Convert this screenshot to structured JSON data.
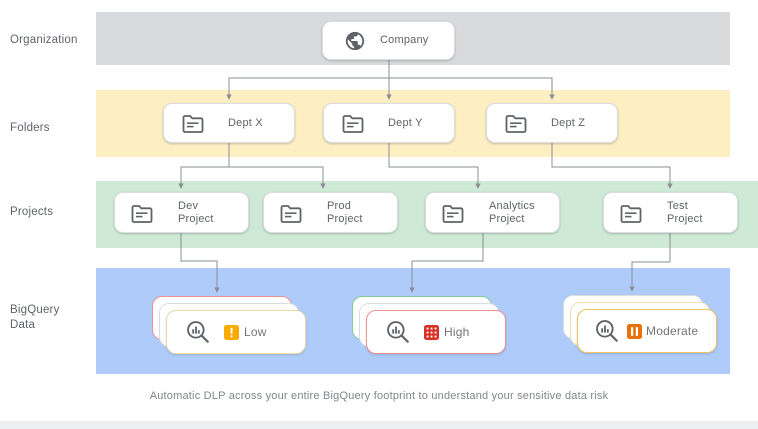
{
  "row_labels": {
    "organization": "Organization",
    "folders": "Folders",
    "projects": "Projects",
    "bigquery": "BigQuery\nData"
  },
  "bands": {
    "organization": "#d9dadc",
    "folders": "#feefc3",
    "projects": "#ceead6",
    "bigquery": "#aecbfa"
  },
  "organization_node": {
    "label": "Company",
    "icon": "globe-icon"
  },
  "folders": [
    {
      "label": "Dept X",
      "icon": "folder-icon"
    },
    {
      "label": "Dept Y",
      "icon": "folder-icon"
    },
    {
      "label": "Dept Z",
      "icon": "folder-icon"
    }
  ],
  "projects": [
    {
      "label": "Dev\nProject",
      "icon": "folder-icon"
    },
    {
      "label": "Prod\nProject",
      "icon": "folder-icon"
    },
    {
      "label": "Analytics\nProject",
      "icon": "folder-icon"
    },
    {
      "label": "Test\nProject",
      "icon": "folder-icon"
    }
  ],
  "bigquery_stacks": [
    {
      "label": "Low",
      "icon": "dlp-scan-icon",
      "badge": "low-risk-badge",
      "badge_color": "#f9ab00",
      "layer_colors": [
        "#ec928e",
        "#dadce0",
        "#efd9a7"
      ]
    },
    {
      "label": "High",
      "icon": "dlp-scan-icon",
      "badge": "high-risk-badge",
      "badge_color": "#d93025",
      "layer_colors": [
        "#81c995",
        "#dadce0",
        "#ec928e"
      ]
    },
    {
      "label": "Moderate",
      "icon": "dlp-scan-icon",
      "badge": "moderate-risk-badge",
      "badge_color": "#e8710a",
      "layer_colors": [
        "#dadce0",
        "#f3dfae",
        "#f0c463"
      ]
    }
  ],
  "caption": "Automatic DLP across your entire BigQuery footprint to understand your sensitive data risk",
  "connector_color": "#8a8f94"
}
